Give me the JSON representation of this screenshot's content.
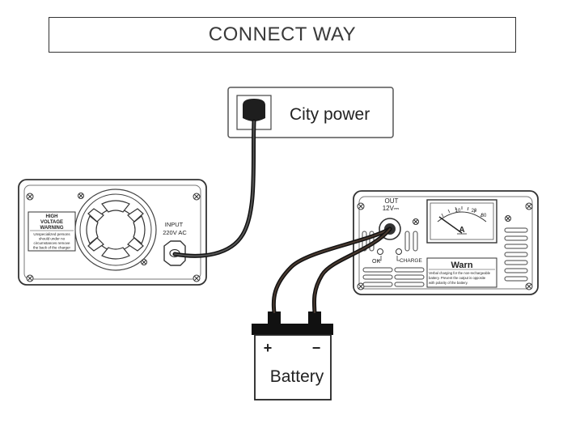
{
  "title": "CONNECT WAY",
  "city_power": {
    "label": "City power"
  },
  "inverter": {
    "input_label_1": "INPUT",
    "input_label_2": "220V AC",
    "warning_title_1": "HIGH",
    "warning_title_2": "VOLTAGE",
    "warning_title_3": "WARNING",
    "warning_text_1": "Unspecialized persons",
    "warning_text_2": "should under no",
    "warning_text_3": "circumstances remove",
    "warning_text_4": "the back of the charger"
  },
  "charger": {
    "out_label": "OUT",
    "voltage_label": "12V⎓",
    "ok_label": "OK",
    "charge_label": "CHARGE",
    "meter_unit": "A",
    "meter_ticks": [
      "10",
      "20",
      "30"
    ],
    "warn_title": "Warn",
    "warn_text_1": "Verbal charging for the non-rechargeable",
    "warn_text_2": "battery.   Prevent the output is opposite",
    "warn_text_3": "with  polarity of the battery."
  },
  "battery": {
    "label": "Battery",
    "plus": "+",
    "minus": "−"
  }
}
